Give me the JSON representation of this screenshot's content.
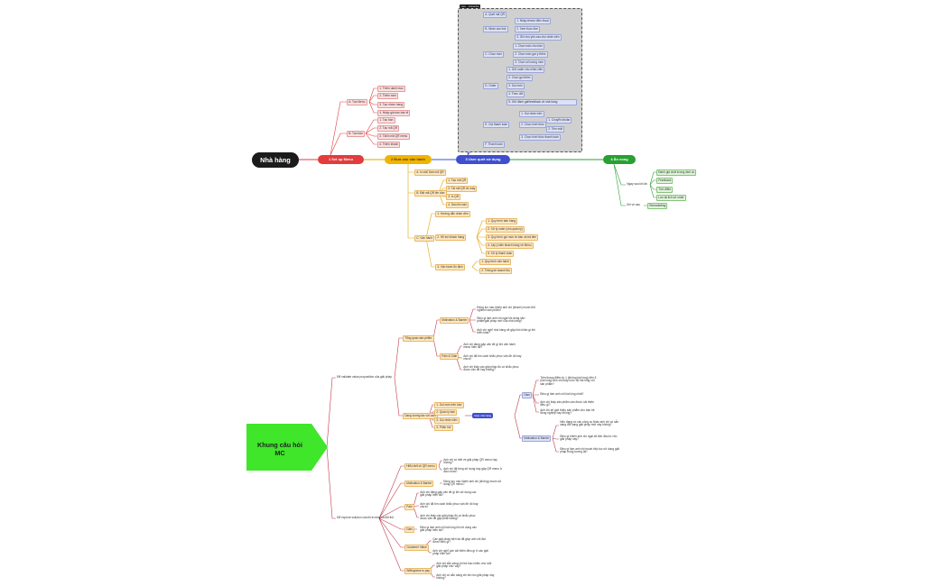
{
  "root": "Nhà hàng",
  "branches": {
    "setup": "1 Set up Menu",
    "ops": "2 Đưa vào vận hành",
    "user": "3 User quét sử dụng",
    "eat": "4 Ăn xong"
  },
  "gray_label": "User – Interaction",
  "setup": {
    "menu_title": "A. Tạo Menu",
    "menu_items": [
      "1. Thêm danh mục",
      "2. Thêm món",
      "3. Tạo nhóm hàng",
      "4. Nhập giá bán bán lẻ"
    ],
    "ban_title": "B. Tạo bàn",
    "ban_items": [
      "1. Tạo bàn",
      "2. Tạo mã QR",
      "3. Tải/in mã QR menu",
      "4. Thêm khách"
    ]
  },
  "ops": {
    "a": "A. In mã/ Dán mã QR",
    "b": "B. Đặt mã QR lên bàn",
    "b_items": [
      "1. Tạo mã QR",
      "2. Tải mã QR về máy",
      "3. In QR",
      "4. Dán lên bàn"
    ],
    "c": "C. Vận hành",
    "c1": "1. Hướng dẫn nhân viên",
    "c2": "2. Hỗ trợ khách hàng",
    "c2_items": [
      "1. Quy trình bán hàng",
      "2. Xử lý order (cho quản lý)",
      "3. Quy trình gọi món từ bàn và trả tiền",
      "4. Lấy ý kiến khách hàng về Menu",
      "5. Xử lý thanh toán"
    ],
    "c3": "3. Vận hành ổn định",
    "c3_items": [
      "1. Quy trình vận hành",
      "2. Thống kê doanh thu"
    ]
  },
  "user": {
    "items": [
      "A. Quét mã QR",
      "B. Nhấn vào link",
      "C. Chọn món",
      "D. Order",
      "E. Gọi thanh toán",
      "F. Thanh toán"
    ],
    "b_items": [
      "1. Nhập tên/số điện thoại",
      "2. Xem thực đơn",
      "3. Ghi chú yêu cầu cho nhân viên"
    ],
    "c_items": [
      "1. Chọn món cho bàn",
      "2. Chọn món gợi ý thêm",
      "3. Chọn số lượng món"
    ],
    "d_items": [
      "1. Gửi order cho nhân viên",
      "2. Chọn gọi thêm",
      "3. Gọi món",
      "4. Theo dõi",
      "5. Gửi đánh giá/feedback về nhà hàng"
    ],
    "e_items": [
      "1. Gọi nhân viên",
      "2. Chọn hình thức",
      "3. Chọn hình thức thanh toán"
    ],
    "e2_items": [
      "1. Chuyển khoản",
      "2. Tiền mặt"
    ]
  },
  "eat": {
    "a": "Ngay sau khi ăn",
    "a_items": [
      "Đánh giá chất lượng dịch vụ",
      "Feedback",
      "Tích điểm",
      "Lưu lại lịch sử order"
    ],
    "b": "Khi về sau",
    "b_items": [
      "Remarketing"
    ]
  },
  "mc": {
    "title": "Khung câu hỏi MC",
    "top": "Để validate value proposition của giải pháp",
    "bottom": "Để explore solution của thị trường và đối thủ",
    "tag": "Giúp nhà hàng",
    "top_children": [
      "Tổng quan sản phẩm",
      "Dạng tương tác với user"
    ],
    "motivation": "Motivation & Barrier",
    "motivation_q": [
      "Động lực nào khiến anh chị (khách) muốn thử nghiệm sản phẩm?",
      "Điều gì làm anh chị ngại khi dùng sản phẩm/giải pháp mới của nhà hàng?",
      "Anh chị nghĩ nhà hàng sẽ gặp khó khăn gì khi triển khai?"
    ],
    "pain": "Pain & Gain",
    "pain_q": [
      "Anh chị đang gặp vấn đề gì khi vận hành menu hiện tại?",
      "Anh chị đã tìm cách khắc phục vấn đề đó hay chưa?",
      "Anh chị thấy các giải pháp đó có khắc phục được vấn đề hay không?"
    ],
    "flow": [
      "1. Gọi món trên bàn",
      "2. Quản lý bàn",
      "3. Gọi nhân viên",
      "4. Phản hồi"
    ],
    "gain": "Gain",
    "gain_q": [
      "Trên thang điểm từ 1 (không hài lòng) đến 5 (hài lòng) anh chị thấy mức độ hài lòng với sản phẩm?",
      "Điều gì làm anh chị hài lòng nhất?",
      "Anh chị thấy sản phẩm cần được cải thiện điều gì?",
      "Anh chị sẽ giới thiệu sản phẩm cho bạn bè đồng nghiệp hay không?"
    ],
    "mb": "Motivation & Barrier",
    "mb_q": [
      "Nếu đang có các công cụ khác anh chị có sẵn sàng đổi sang giải pháp mới này không?",
      "Điều gì khiến anh chị ngại bỏ tiền đầu tư cho giải pháp này?",
      "Điều gì làm anh chị muốn tiếp tục sử dụng giải pháp trong tương lai?"
    ],
    "bottom_children": [
      "Hiểu biết về QR menu",
      "Motivation & Barrier",
      "Pain",
      "Gain",
      "Customer Value",
      "Willingness to pay"
    ],
    "b1_q": [
      "Anh chị có biết về giải pháp QR menu hay không?",
      "Anh chị đã từng sử dụng hay gặp QR menu ở đâu chưa?"
    ],
    "b2_q": [
      "Động lực nào khiến anh chị (không) muốn sử dụng QR menu?"
    ],
    "b3_q": [
      "Anh chị đang gặp vấn đề gì khi sử dụng các giải pháp hiện tại?",
      "Anh chị đã tìm cách khắc phục vấn đề đó hay chưa?",
      "Anh chị thấy các giải pháp đó có khắc phục được vấn đề gặp phải không?"
    ],
    "b4_q": [
      "Điều gì làm anh chị hài lòng khi sử dụng các giải pháp hiện tại?"
    ],
    "b5_q": [
      "Các giải pháp hiện tại đã giúp anh chị đạt được điều gì?",
      "Anh chị nghĩ cần cải thiện điều gì ở các giải pháp hiện tại?"
    ],
    "b6_q": [
      "Anh chị sẵn sàng chi trả bao nhiêu cho một giải pháp như vậy?",
      "Anh chị có sẵn sàng chi trả cho giải pháp này không?"
    ]
  }
}
